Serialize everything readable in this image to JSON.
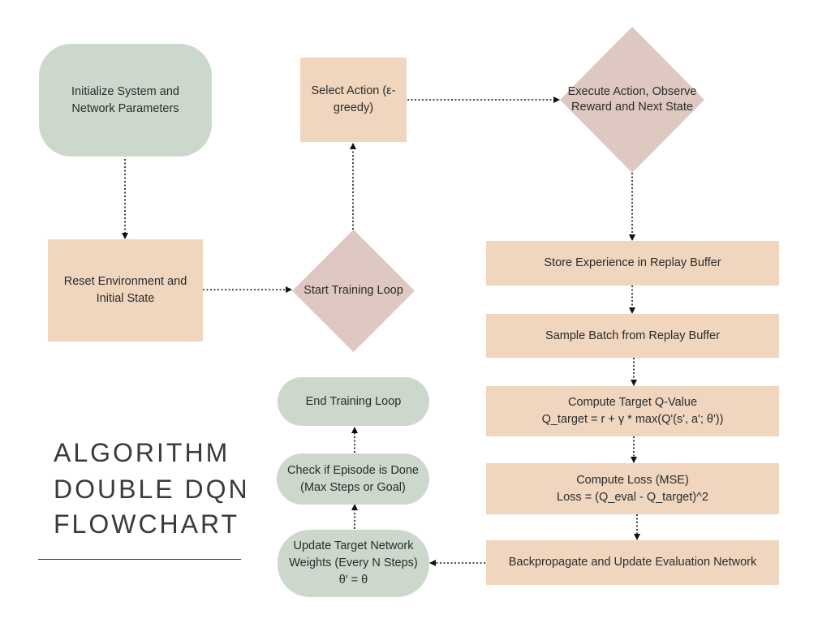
{
  "title": {
    "lines": [
      "ALGORITHM",
      "DOUBLE DQN",
      "FLOWCHART"
    ]
  },
  "nodes": {
    "init": [
      "Initialize System and",
      "Network Parameters"
    ],
    "reset": [
      "Reset Environment and",
      "Initial State"
    ],
    "start": [
      "Start",
      "Training",
      "Loop"
    ],
    "select": [
      "Select Action (ε-",
      "greedy)"
    ],
    "execute": [
      "Execute",
      "Action,",
      "Observe",
      "Reward and",
      "Next State"
    ],
    "store": [
      "Store Experience in Replay Buffer"
    ],
    "sample": [
      "Sample Batch from Replay Buffer"
    ],
    "target_q": [
      "Compute Target Q-Value",
      "Q_target = r + γ * max(Q'(s', a'; θ'))"
    ],
    "loss": [
      "Compute Loss (MSE)",
      "Loss = (Q_eval - Q_target)^2"
    ],
    "backprop": [
      "Backpropagate and Update Evaluation Network"
    ],
    "update_target": [
      "Update Target Network",
      "Weights (Every N Steps)",
      "θ' = θ"
    ],
    "check_done": [
      "Check if Episode is Done",
      "(Max Steps or Goal)"
    ],
    "end": [
      "End Training Loop"
    ]
  },
  "colors": {
    "green": "#cdd8cd",
    "peach": "#f0d6bf",
    "mauve": "#dfc8c1",
    "edge": "#111111"
  }
}
